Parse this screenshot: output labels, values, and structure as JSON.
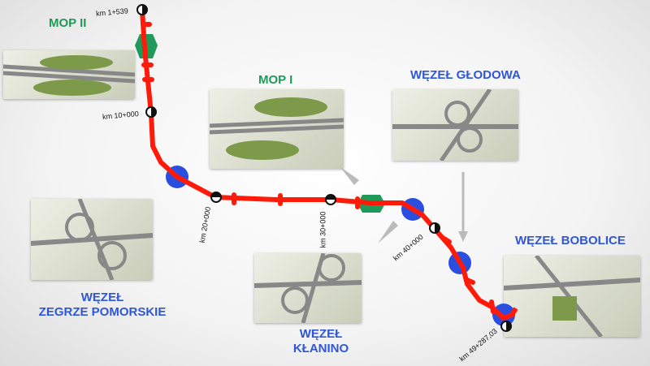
{
  "labels": {
    "mop2": "MOP II",
    "mop1": "MOP I",
    "glodowa": "WĘZEŁ GŁODOWA",
    "bobolice": "WĘZEŁ BOBOLICE",
    "zegrze_line1": "WĘZEŁ",
    "zegrze_line2": "ZEGRZE POMORSKIE",
    "klanino_line1": "WĘZEŁ",
    "klanino_line2": "KŁANINO"
  },
  "kilometers": {
    "km1": "km 1+539",
    "km10": "km 10+000",
    "km20": "km 20+000",
    "km30": "km 30+000",
    "km40": "km 40+000",
    "km49": "km 49+287,03"
  },
  "colors": {
    "route": "#ff1a0a",
    "interchange": "#2a4fe0",
    "rest_area": "#1f9a5a"
  }
}
